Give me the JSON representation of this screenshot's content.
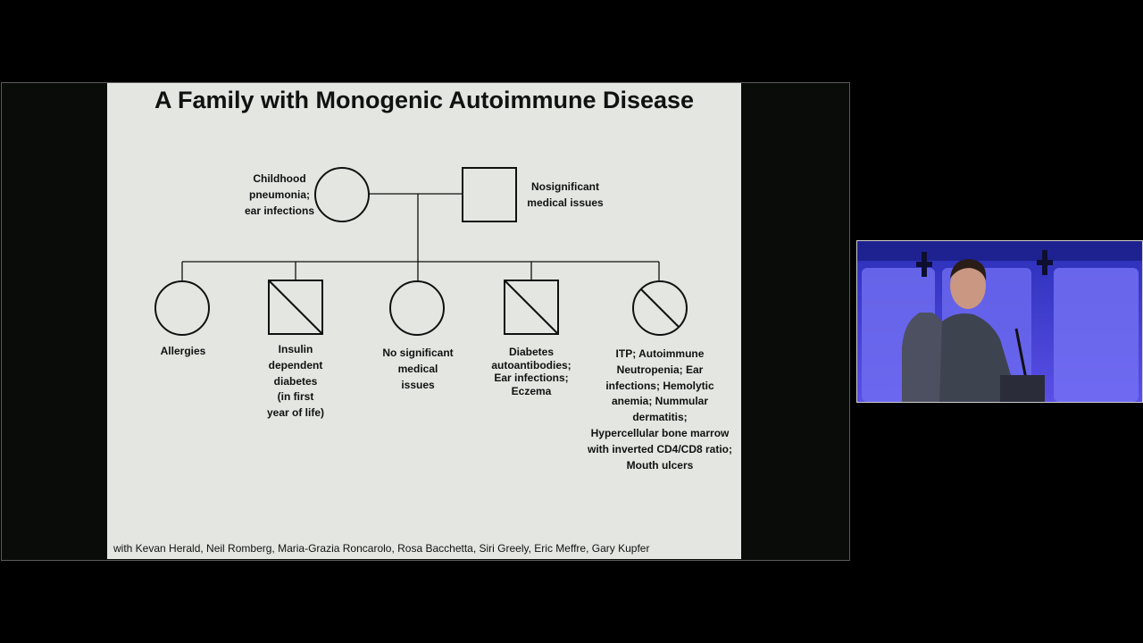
{
  "slide": {
    "title": "A Family with Monogenic Autoimmune Disease",
    "credits": "with Kevan Herald, Neil Romberg, Maria-Grazia Roncarolo, Rosa Bacchetta, Siri Greely, Eric Meffre, Gary Kupfer"
  },
  "pedigree": {
    "parents": [
      {
        "sex": "female",
        "status": "unaffected",
        "label": [
          "Childhood",
          "pneumonia;",
          "ear infections"
        ]
      },
      {
        "sex": "male",
        "status": "unaffected",
        "label": [
          "Nosignificant",
          "medical issues"
        ]
      }
    ],
    "children": [
      {
        "sex": "female",
        "status": "unaffected",
        "label": [
          "Allergies"
        ]
      },
      {
        "sex": "male",
        "status": "affected",
        "label": [
          "Insulin",
          "dependent",
          "diabetes",
          "(in first",
          "year of life)"
        ]
      },
      {
        "sex": "female",
        "status": "unaffected",
        "label": [
          "No significant",
          "medical",
          "issues"
        ]
      },
      {
        "sex": "male",
        "status": "affected",
        "label": [
          "Diabetes",
          "autoantibodies;",
          "Ear infections;",
          "Eczema"
        ]
      },
      {
        "sex": "female",
        "status": "affected",
        "label": [
          "ITP; Autoimmune",
          "Neutropenia; Ear",
          "infections; Hemolytic",
          "anemia; Nummular",
          "dermatitis;",
          "Hypercellular bone marrow",
          "with inverted CD4/CD8 ratio;",
          "Mouth ulcers"
        ]
      }
    ]
  },
  "colors": {
    "background": "#000000",
    "slide": "#e3e6e1",
    "video_backdrop": "#3b3dd8"
  }
}
